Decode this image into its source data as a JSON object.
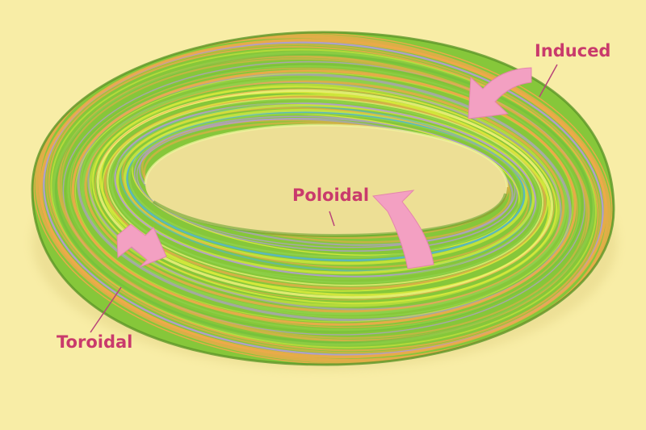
{
  "colors": {
    "background": "#f8eda6",
    "torus_base": "#86c73a",
    "torus_dark": "#5e9d2a",
    "torus_light": "#c9e85a",
    "fibers": [
      "#8fd14a",
      "#d8ea3c",
      "#52b4d8",
      "#f0a94a",
      "#b49ad8",
      "#6fbf3e",
      "#eef07a"
    ],
    "arrow": "#f3a0c2",
    "label_text": "#c93a6c",
    "leader_line": "#b8447a"
  },
  "labels": {
    "induced": "Induced",
    "poloidal": "Poloidal",
    "toroidal": "Toroidal"
  }
}
